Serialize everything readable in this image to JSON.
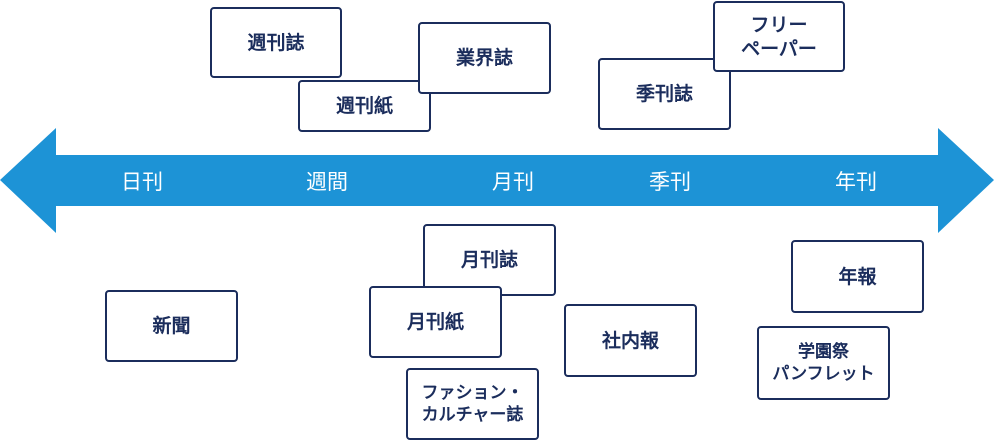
{
  "colors": {
    "arrow": "#1d93d6",
    "box_border": "#1b2d5c",
    "box_text": "#1b2d5c",
    "axis_text": "#ffffff"
  },
  "axis": {
    "labels": [
      "日刊",
      "週間",
      "月刊",
      "季刊",
      "年刊"
    ]
  },
  "media": {
    "weekly_magazine": "週刊誌",
    "weekly_paper": "週刊紙",
    "trade_magazine": "業界誌",
    "quarterly_magazine": "季刊誌",
    "free_paper": [
      "フリー",
      "ペーパー"
    ],
    "newspaper": "新聞",
    "monthly_magazine": "月刊誌",
    "monthly_paper": "月刊紙",
    "culture_magazine": [
      "ファション・",
      "カルチャー誌"
    ],
    "company_newsletter": "社内報",
    "annual_report": "年報",
    "school_festival": [
      "学園祭",
      "パンフレット"
    ]
  }
}
